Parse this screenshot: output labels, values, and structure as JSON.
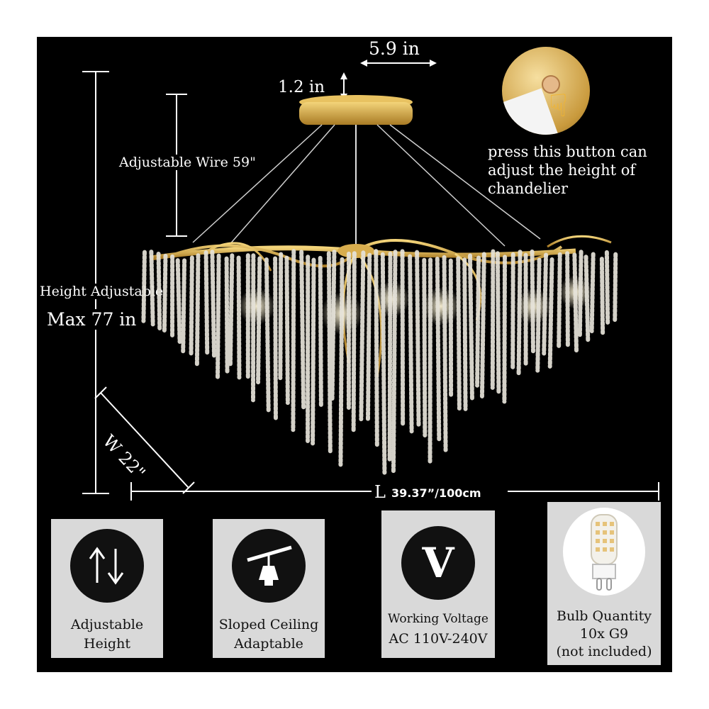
{
  "dimensions": {
    "canopy_width": "5.9 in",
    "canopy_height": "1.2 in",
    "adjustable_wire": "Adjustable Wire 59\"",
    "height_adjustable": "Height Adjustable",
    "max_height": "Max  77 in",
    "width": "W 22\"",
    "length_prefix": "L",
    "length_value": "39.37”/100cm"
  },
  "callout": {
    "line1": "press this button can",
    "line2": "adjust the height of",
    "line3": "chandelier"
  },
  "features": [
    {
      "icon": "up-down-arrows-icon",
      "line1": "Adjustable",
      "line2": "Height"
    },
    {
      "icon": "sloped-ceiling-icon",
      "line1": "Sloped Ceiling",
      "line2": "Adaptable"
    },
    {
      "icon": "voltage-v-icon",
      "icon_text": "V",
      "line1": "Working Voltage",
      "line2": "AC 110V-240V"
    }
  ],
  "bulb": {
    "icon": "g9-bulb-icon",
    "line1": "Bulb Quantity",
    "line2": "10x G9",
    "line3": "(not included)"
  },
  "colors": {
    "background": "#000000",
    "gold": "#c9a24a",
    "card": "#d9d9d9",
    "crystal": "#e8e6e0"
  }
}
